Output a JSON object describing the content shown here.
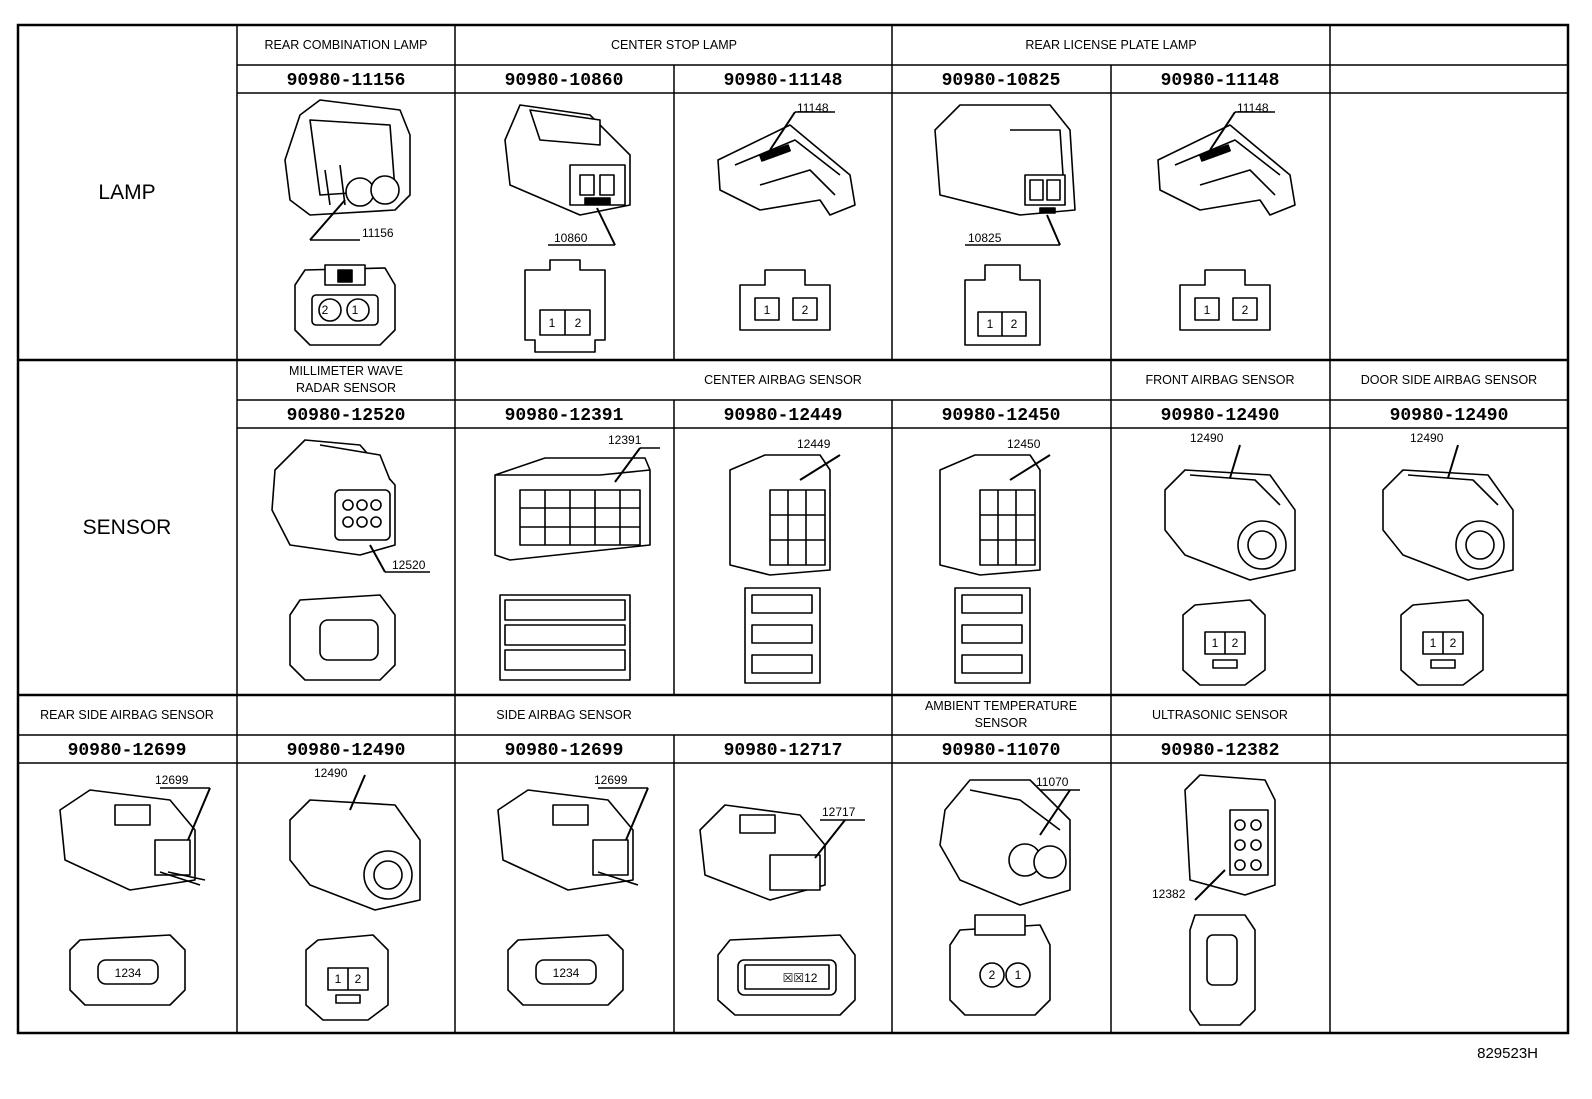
{
  "categories": {
    "lamp": "LAMP",
    "sensor": "SENSOR"
  },
  "row1": {
    "headers": [
      "REAR COMBINATION LAMP",
      "CENTER STOP LAMP",
      "REAR LICENSE PLATE LAMP"
    ],
    "parts": [
      "90980-11156",
      "90980-10860",
      "90980-11148",
      "90980-10825",
      "90980-11148"
    ],
    "callouts": [
      "11156",
      "10860",
      "11148",
      "10825",
      "11148"
    ]
  },
  "row2": {
    "headers": [
      "MILLIMETER WAVE",
      "RADAR SENSOR",
      "CENTER AIRBAG SENSOR",
      "FRONT AIRBAG SENSOR",
      "DOOR SIDE AIRBAG SENSOR"
    ],
    "parts": [
      "90980-12520",
      "90980-12391",
      "90980-12449",
      "90980-12450",
      "90980-12490",
      "90980-12490"
    ],
    "callouts": [
      "12520",
      "12391",
      "12449",
      "12450",
      "12490",
      "12490"
    ]
  },
  "row3": {
    "headers": [
      "REAR SIDE AIRBAG SENSOR",
      "SIDE AIRBAG SENSOR",
      "AMBIENT TEMPERATURE",
      "SENSOR",
      "ULTRASONIC SENSOR"
    ],
    "parts": [
      "90980-12699",
      "90980-12490",
      "90980-12699",
      "90980-12717",
      "90980-11070",
      "90980-12382"
    ],
    "callouts": [
      "12699",
      "12490",
      "12699",
      "12717",
      "11070",
      "12382"
    ]
  },
  "footer": {
    "code": "829523H"
  }
}
